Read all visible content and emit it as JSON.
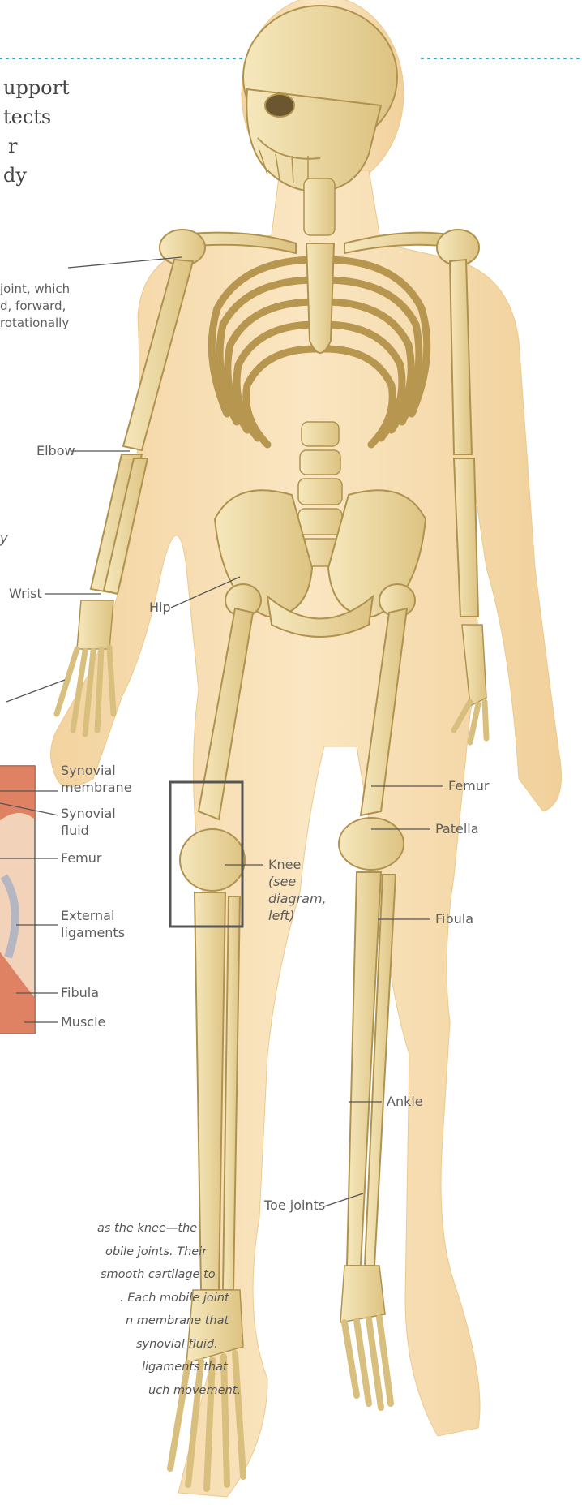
{
  "intro_lines": [
    "upport",
    "tects",
    "r",
    "dy"
  ],
  "shoulder_note": [
    "joint, which",
    "d, forward,",
    "rotationally"
  ],
  "side_note_fragment": "y",
  "labels": {
    "elbow": "Elbow",
    "wrist": "Wrist",
    "hip": "Hip",
    "knee": "Knee",
    "knee_note": [
      "(see",
      "diagram,",
      "left)"
    ],
    "femur_left": "Femur",
    "patella": "Patella",
    "fibula_left": "Fibula",
    "ankle": "Ankle",
    "toe_joints": "Toe joints"
  },
  "inset_labels": {
    "synovial_membrane": [
      "Synovial",
      "membrane"
    ],
    "synovial_fluid": [
      "Synovial",
      "fluid"
    ],
    "femur": "Femur",
    "external_ligaments": [
      "External",
      "ligaments"
    ],
    "fibula": "Fibula",
    "muscle": "Muscle"
  },
  "caption_lines": [
    "as the knee—the",
    "obile joints. Their",
    "smooth cartilage to",
    ". Each mobile joint",
    "n membrane that",
    "synovial fluid.",
    "ligaments that",
    "uch movement."
  ],
  "colors": {
    "dotted_rule": "#3b9fc0",
    "skin": "#f6dcae",
    "bone": "#ecd79a",
    "bone_shade": "#c9ab66",
    "leader": "#555555",
    "knee_box": "#555555",
    "muscle": "#d96e4d"
  }
}
